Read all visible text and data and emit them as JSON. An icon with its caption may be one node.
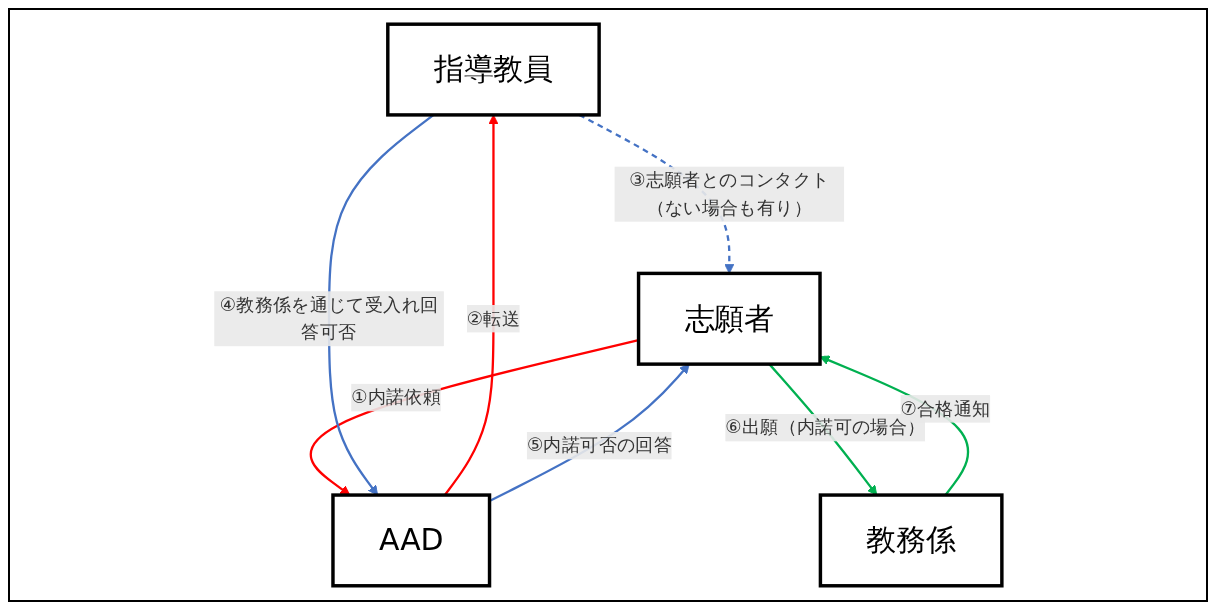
{
  "diagram": {
    "nodes": [
      {
        "text": [
          "指導教員"
        ]
      },
      {
        "text": [
          "AAD"
        ]
      },
      {
        "text": [
          "志願者"
        ]
      },
      {
        "text": [
          "教務係"
        ]
      }
    ],
    "edges": [
      {
        "from": 2,
        "to": 1,
        "arrow": "to",
        "label": "①内諾依頼",
        "color": "#ff0000"
      },
      {
        "from": 1,
        "to": 0,
        "arrow": "to",
        "label": "②転送",
        "color": "#ff0000"
      },
      {
        "from": 0,
        "to": 2,
        "arrow": "to",
        "label": "③志願者とのコンタクト（ない場合も有り）",
        "style": "dashed",
        "color": "#4472c4"
      },
      {
        "from": 0,
        "to": 1,
        "arrow": "to",
        "label": "④教務係を通じて受入れ回答可否",
        "color": "#4472c4"
      },
      {
        "from": 1,
        "to": 2,
        "arrow": "to",
        "label": "⑤内諾可否の回答",
        "color": "#4472c4"
      },
      {
        "from": 2,
        "to": 3,
        "arrow": "to",
        "label": "⑥出願（内諾可の場合）",
        "color": "#00b050"
      },
      {
        "from": 3,
        "to": 2,
        "arrow": "to",
        "label": "⑦合格通知",
        "color": "#00b050"
      }
    ]
  }
}
